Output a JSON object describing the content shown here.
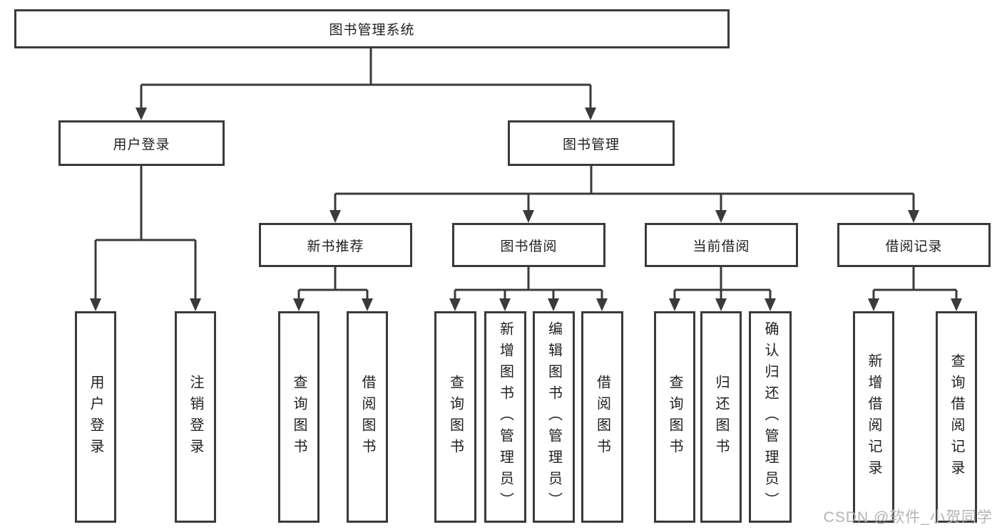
{
  "diagram": {
    "root": "图书管理系统",
    "branches": [
      {
        "label": "用户登录",
        "children": [
          "用户登录",
          "注销登录"
        ]
      },
      {
        "label": "图书管理",
        "sections": [
          {
            "label": "新书推荐",
            "children": [
              "查询图书",
              "借阅图书"
            ]
          },
          {
            "label": "图书借阅",
            "children": [
              "查询图书",
              "新增图书（管理员）",
              "编辑图书（管理员）",
              "借阅图书"
            ]
          },
          {
            "label": "当前借阅",
            "children": [
              "查询图书",
              "归还图书",
              "确认归还（管理员）"
            ]
          },
          {
            "label": "借阅记录",
            "children": [
              "新增借阅记录",
              "查询借阅记录"
            ]
          }
        ]
      }
    ]
  },
  "watermark": "CSDN @软件_小贺同学",
  "colors": {
    "line": "#3a3a3a",
    "text": "#1f1f1f",
    "background": "#ffffff",
    "watermark": "#b3b3b3"
  }
}
